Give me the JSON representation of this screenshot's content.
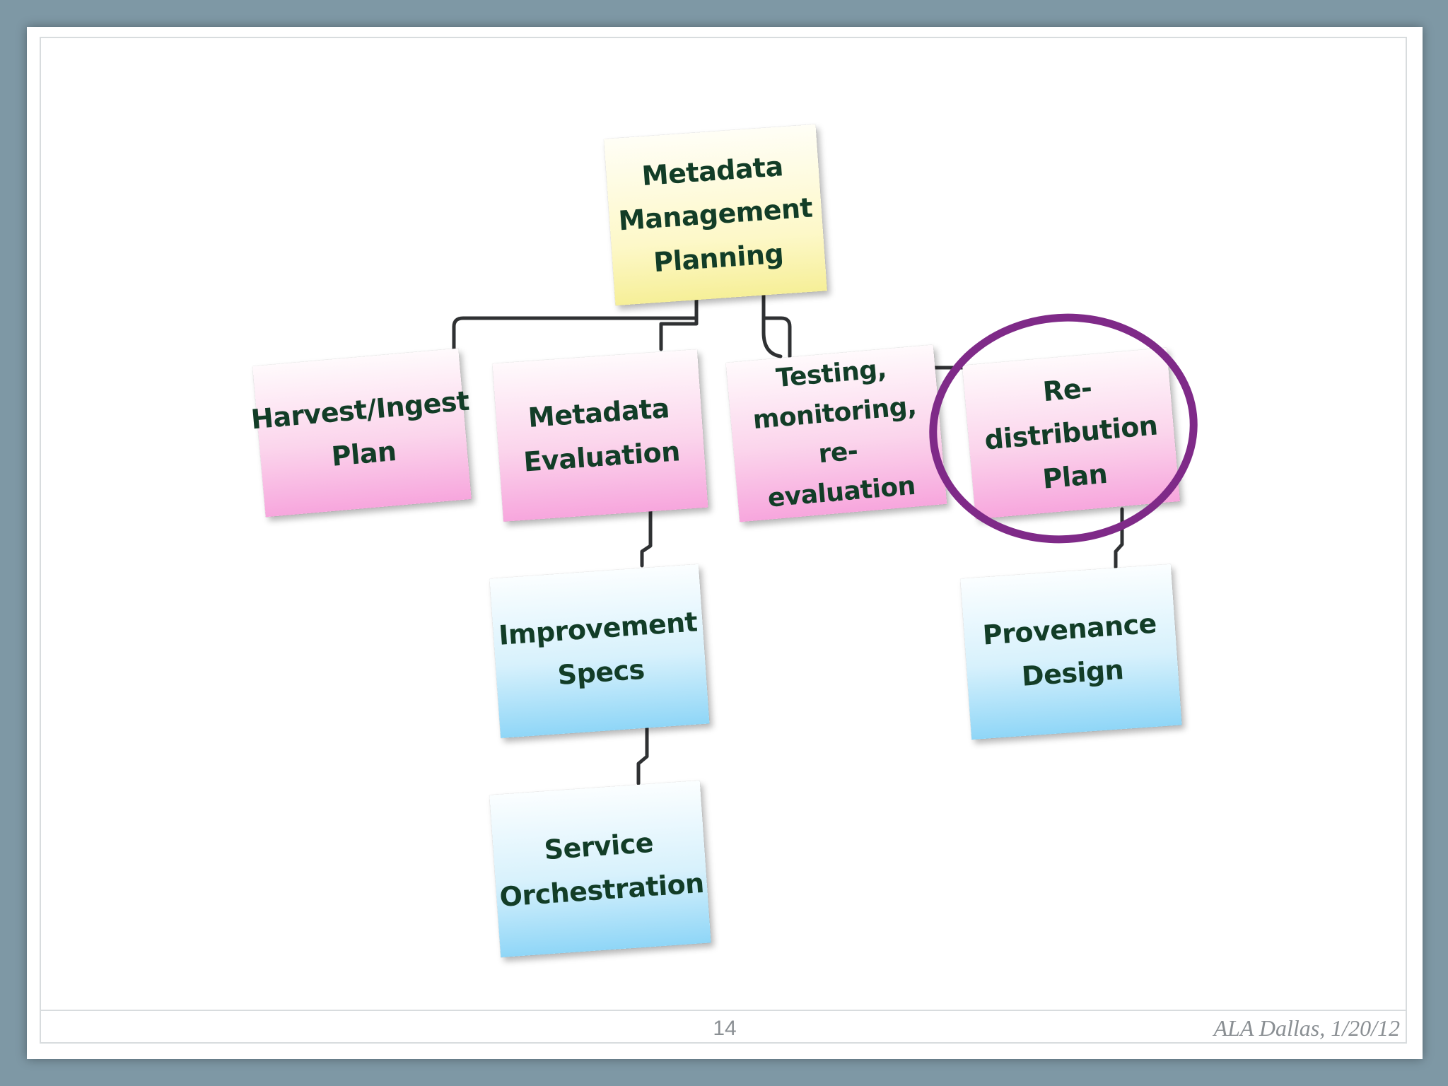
{
  "diagram": {
    "nodes": [
      {
        "id": "metadata-management-planning",
        "lines": [
          "Metadata",
          "Management",
          "Planning"
        ],
        "color": "yellow"
      },
      {
        "id": "harvest-ingest-plan",
        "lines": [
          "Harvest/Ingest",
          "Plan"
        ],
        "color": "pink"
      },
      {
        "id": "metadata-evaluation",
        "lines": [
          "Metadata",
          "Evaluation"
        ],
        "color": "pink"
      },
      {
        "id": "testing-monitoring-reevaluation",
        "lines": [
          "Testing,",
          "monitoring, re-",
          "evaluation"
        ],
        "color": "pink"
      },
      {
        "id": "redistribution-plan",
        "lines": [
          "Re-distribution",
          "Plan"
        ],
        "color": "pink",
        "highlighted": true
      },
      {
        "id": "improvement-specs",
        "lines": [
          "Improvement",
          "Specs"
        ],
        "color": "blue"
      },
      {
        "id": "service-orchestration",
        "lines": [
          "Service",
          "Orchestration"
        ],
        "color": "blue"
      },
      {
        "id": "provenance-design",
        "lines": [
          "Provenance",
          "Design"
        ],
        "color": "blue"
      }
    ],
    "edges": [
      [
        "metadata-management-planning",
        "harvest-ingest-plan"
      ],
      [
        "metadata-management-planning",
        "metadata-evaluation"
      ],
      [
        "metadata-management-planning",
        "testing-monitoring-reevaluation"
      ],
      [
        "metadata-management-planning",
        "redistribution-plan"
      ],
      [
        "metadata-evaluation",
        "improvement-specs"
      ],
      [
        "improvement-specs",
        "service-orchestration"
      ],
      [
        "redistribution-plan",
        "provenance-design"
      ]
    ],
    "highlight_color": "#7f2a88",
    "note_colors": {
      "yellow": "#fdf8c8",
      "pink": "#f7a6dd",
      "blue": "#8fd6f7"
    },
    "text_color": "#123d27"
  },
  "footer": {
    "page_number": "14",
    "note": "ALA Dallas, 1/20/12"
  }
}
